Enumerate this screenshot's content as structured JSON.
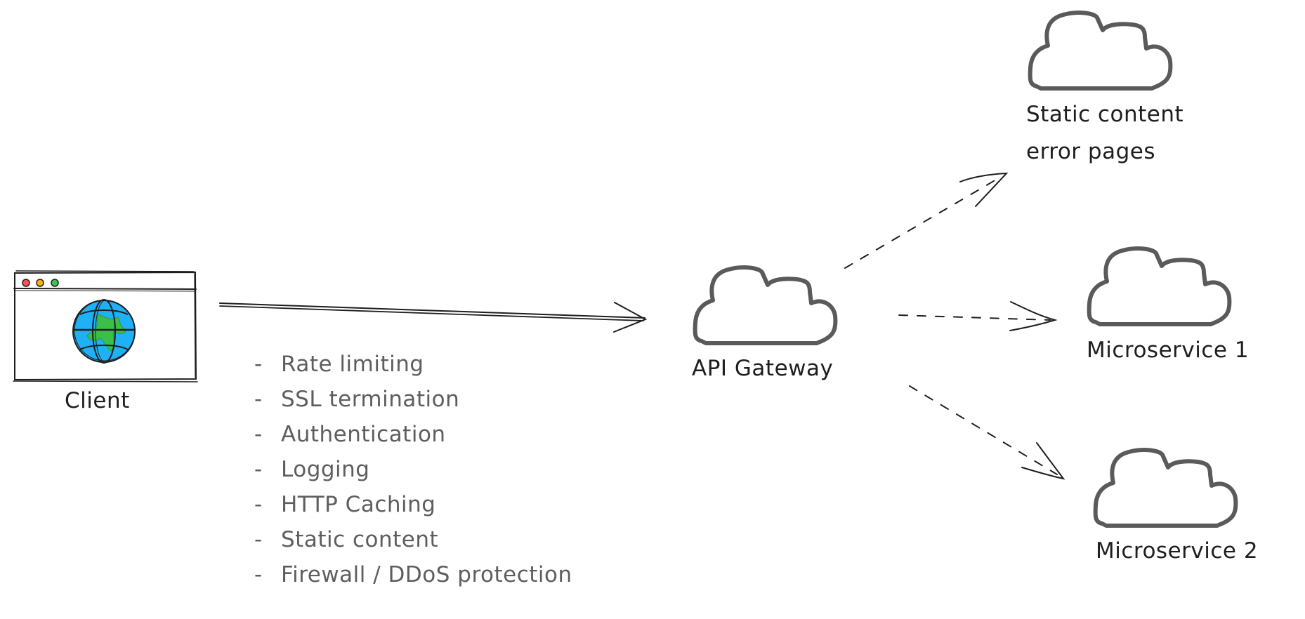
{
  "diagram": {
    "nodes": {
      "client": {
        "label": "Client",
        "icon": "browser-window-globe-icon"
      },
      "gateway": {
        "label": "API Gateway",
        "icon": "cloud-icon"
      },
      "static": {
        "label_line1": "Static content",
        "label_line2": "error pages",
        "icon": "cloud-icon"
      },
      "micro1": {
        "label": "Microservice 1",
        "icon": "cloud-icon"
      },
      "micro2": {
        "label": "Microservice 2",
        "icon": "cloud-icon"
      }
    },
    "edges": [
      {
        "from": "client",
        "to": "gateway",
        "style": "solid-double"
      },
      {
        "from": "gateway",
        "to": "static",
        "style": "dashed"
      },
      {
        "from": "gateway",
        "to": "micro1",
        "style": "dashed"
      },
      {
        "from": "gateway",
        "to": "micro2",
        "style": "dashed"
      }
    ],
    "gateway_features": [
      "Rate limiting",
      "SSL termination",
      "Authentication",
      "Logging",
      "HTTP Caching",
      "Static content",
      "Firewall / DDoS protection"
    ],
    "bullet": "-",
    "colors": {
      "stroke": "#1e1e1e",
      "cloud_stroke": "#5a5a5a",
      "feature_text": "#5e5e5e",
      "globe_ocean": "#1fb0f5",
      "globe_land": "#3cbe4a",
      "dot_red": "#fa5252",
      "dot_yellow": "#fab005",
      "dot_green": "#40c057"
    }
  }
}
